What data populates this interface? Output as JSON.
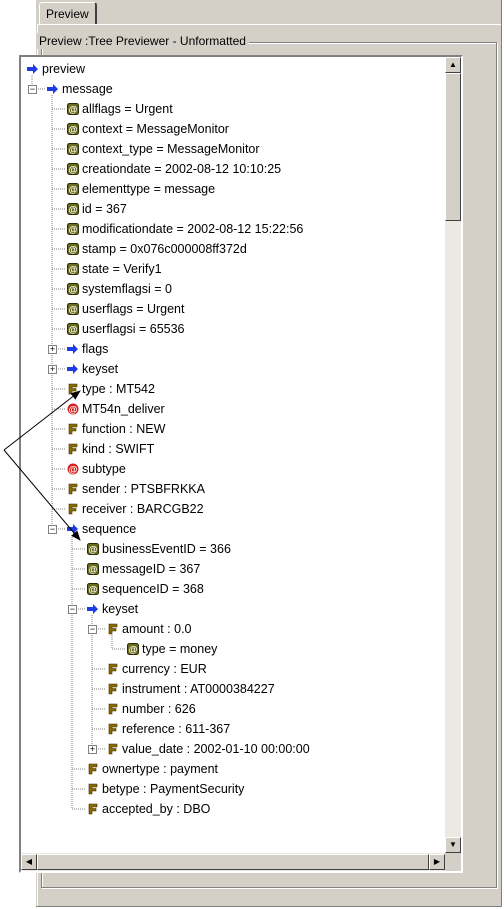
{
  "tab_label": "Preview",
  "group_title": "Preview :Tree Previewer - Unformatted",
  "scroll": {
    "up_icon": "arrow-up-icon",
    "down_icon": "arrow-down-icon",
    "left_icon": "arrow-left-icon",
    "right_icon": "arrow-right-icon"
  },
  "icon_colors": {
    "arrow": "#1e3ce6",
    "attribute": "#6b6b1e",
    "field": "#8b6b00",
    "error": "#d4201e"
  },
  "tree": {
    "nodes": [
      {
        "label": "preview",
        "icon": "arrow",
        "depth": 0
      },
      {
        "label": "message",
        "icon": "arrow",
        "depth": 1,
        "expander": "minus"
      },
      {
        "label": "allflags = Urgent",
        "icon": "attribute",
        "depth": 2
      },
      {
        "label": "context = MessageMonitor",
        "icon": "attribute",
        "depth": 2
      },
      {
        "label": "context_type = MessageMonitor",
        "icon": "attribute",
        "depth": 2
      },
      {
        "label": "creationdate = 2002-08-12 10:10:25",
        "icon": "attribute",
        "depth": 2
      },
      {
        "label": "elementtype = message",
        "icon": "attribute",
        "depth": 2
      },
      {
        "label": "id = 367",
        "icon": "attribute",
        "depth": 2
      },
      {
        "label": "modificationdate = 2002-08-12 15:22:56",
        "icon": "attribute",
        "depth": 2
      },
      {
        "label": "stamp = 0x076c000008ff372d",
        "icon": "attribute",
        "depth": 2
      },
      {
        "label": "state = Verify1",
        "icon": "attribute",
        "depth": 2
      },
      {
        "label": "systemflagsi = 0",
        "icon": "attribute",
        "depth": 2
      },
      {
        "label": "userflags = Urgent",
        "icon": "attribute",
        "depth": 2
      },
      {
        "label": "userflagsi = 65536",
        "icon": "attribute",
        "depth": 2
      },
      {
        "label": "flags",
        "icon": "arrow",
        "depth": 2,
        "expander": "plus"
      },
      {
        "label": "keyset",
        "icon": "arrow",
        "depth": 2,
        "expander": "plus"
      },
      {
        "label": "type : MT542",
        "icon": "field",
        "depth": 2
      },
      {
        "label": "MT54n_deliver",
        "icon": "error",
        "depth": 2
      },
      {
        "label": "function : NEW",
        "icon": "field",
        "depth": 2
      },
      {
        "label": "kind : SWIFT",
        "icon": "field",
        "depth": 2
      },
      {
        "label": "subtype",
        "icon": "error",
        "depth": 2
      },
      {
        "label": "sender : PTSBFRKKA",
        "icon": "field",
        "depth": 2
      },
      {
        "label": "receiver : BARCGB22",
        "icon": "field",
        "depth": 2
      },
      {
        "label": "sequence",
        "icon": "arrow",
        "depth": 2,
        "expander": "minus"
      },
      {
        "label": "businessEventID = 366",
        "icon": "attribute",
        "depth": 3
      },
      {
        "label": "messageID = 367",
        "icon": "attribute",
        "depth": 3
      },
      {
        "label": "sequenceID = 368",
        "icon": "attribute",
        "depth": 3
      },
      {
        "label": "keyset",
        "icon": "arrow",
        "depth": 3,
        "expander": "minus"
      },
      {
        "label": "amount : 0.0",
        "icon": "field",
        "depth": 4,
        "expander": "minus"
      },
      {
        "label": "type = money",
        "icon": "attribute",
        "depth": 5
      },
      {
        "label": "currency : EUR",
        "icon": "field",
        "depth": 4
      },
      {
        "label": "instrument : AT0000384227",
        "icon": "field",
        "depth": 4
      },
      {
        "label": "number : 626",
        "icon": "field",
        "depth": 4
      },
      {
        "label": "reference : 611-367",
        "icon": "field",
        "depth": 4
      },
      {
        "label": "value_date : 2002-01-10 00:00:00",
        "icon": "field",
        "depth": 4,
        "expander": "plus"
      },
      {
        "label": "ownertype : payment",
        "icon": "field",
        "depth": 3
      },
      {
        "label": "betype : PaymentSecurity",
        "icon": "field",
        "depth": 3
      },
      {
        "label": "accepted_by : DBO",
        "icon": "field",
        "depth": 3
      }
    ]
  }
}
